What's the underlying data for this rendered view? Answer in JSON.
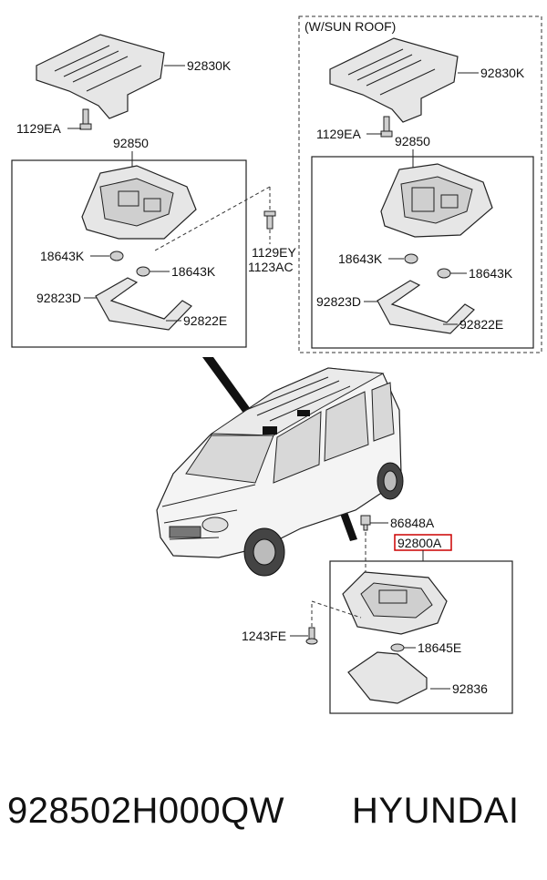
{
  "sunroof_title": "(W/SUN ROOF)",
  "left_group": {
    "bracket": "92830K",
    "screw": "1129EA",
    "lamp": "92850",
    "bulb_left": "18643K",
    "bulb_right": "18643K",
    "lens_left": "92823D",
    "lens_right": "92822E"
  },
  "right_group": {
    "bracket": "92830K",
    "screw": "1129EA",
    "lamp": "92850",
    "bulb_left": "18643K",
    "bulb_right": "18643K",
    "lens_left": "92823D",
    "lens_right": "92822E"
  },
  "middle": {
    "screw_a": "1129EY",
    "screw_b": "1123AC"
  },
  "bottom_group": {
    "clip": "86848A",
    "assembly": "92800A",
    "screw": "1243FE",
    "bulb": "18645E",
    "lens": "92836"
  },
  "highlight_color": "#cc0000",
  "footer": {
    "part_number": "928502H000QW",
    "brand": "HYUNDAI"
  }
}
